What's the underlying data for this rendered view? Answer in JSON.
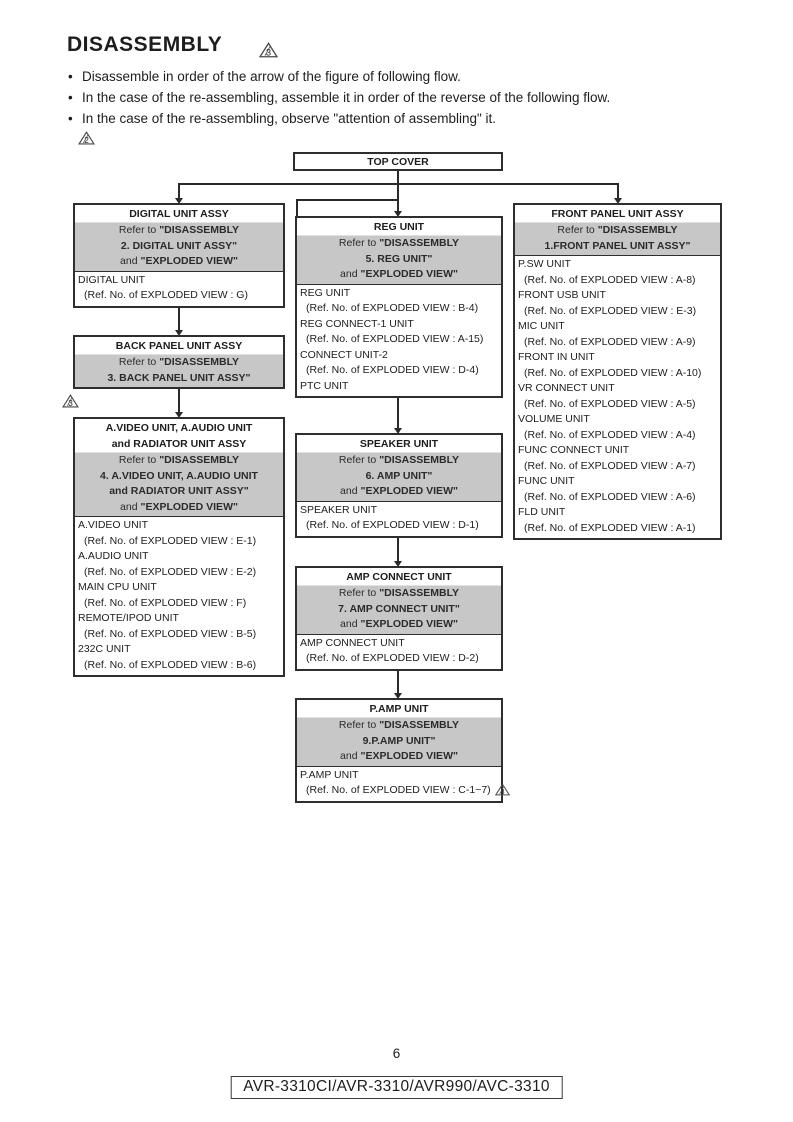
{
  "header": {
    "title": "DISASSEMBLY",
    "bullets": [
      "Disassemble in order of the arrow of the figure of following flow.",
      "In the case of the re-assembling, assemble it in order of the reverse of the following flow.",
      "In the case of the re-assembling, observe \"attention of assembling\" it."
    ]
  },
  "triangles": {
    "header": "3",
    "preflow": "2",
    "avideo": "3"
  },
  "flow": {
    "top_cover": "TOP COVER",
    "boxes": [
      {
        "id": "digital",
        "title": [
          "DIGITAL UNIT ASSY"
        ],
        "refer": [
          [
            "Refer to ",
            "\"DISASSEMBLY"
          ],
          [
            "",
            "2. DIGITAL UNIT ASSY\""
          ],
          [
            "and ",
            "\"EXPLODED VIEW\""
          ]
        ],
        "items": [
          [
            "DIGITAL UNIT",
            "(Ref. No. of EXPLODED VIEW : G)"
          ]
        ]
      },
      {
        "id": "back_panel",
        "title": [
          "BACK PANEL UNIT ASSY"
        ],
        "refer": [
          [
            "Refer to ",
            "\"DISASSEMBLY"
          ],
          [
            "",
            "3. BACK PANEL UNIT ASSY\""
          ]
        ],
        "items": []
      },
      {
        "id": "avideo",
        "title": [
          "A.VIDEO UNIT, A.AUDIO UNIT",
          "and RADIATOR UNIT ASSY"
        ],
        "refer": [
          [
            "Refer to ",
            "\"DISASSEMBLY"
          ],
          [
            "",
            "4. A.VIDEO UNIT, A.AUDIO UNIT"
          ],
          [
            "",
            "and RADIATOR UNIT ASSY\""
          ],
          [
            "and ",
            "\"EXPLODED VIEW\""
          ]
        ],
        "items": [
          [
            "A.VIDEO UNIT",
            "(Ref. No. of EXPLODED VIEW : E-1)"
          ],
          [
            "A.AUDIO UNIT",
            "(Ref. No. of EXPLODED VIEW : E-2)"
          ],
          [
            "MAIN CPU UNIT",
            "(Ref. No. of EXPLODED VIEW : F)"
          ],
          [
            "REMOTE/IPOD UNIT",
            "(Ref. No. of EXPLODED VIEW : B-5)"
          ],
          [
            "232C UNIT",
            "(Ref. No. of EXPLODED VIEW : B-6)"
          ]
        ]
      },
      {
        "id": "reg",
        "title": [
          "REG UNIT"
        ],
        "refer": [
          [
            "Refer to ",
            "\"DISASSEMBLY"
          ],
          [
            "",
            "5. REG UNIT\""
          ],
          [
            "and ",
            "\"EXPLODED VIEW\""
          ]
        ],
        "items": [
          [
            "REG UNIT",
            "(Ref. No. of EXPLODED VIEW : B-4)"
          ],
          [
            "REG CONNECT-1 UNIT",
            "(Ref. No. of EXPLODED VIEW : A-15)"
          ],
          [
            "CONNECT UNIT-2",
            "(Ref. No. of EXPLODED VIEW : D-4)"
          ],
          [
            "PTC UNIT",
            null
          ]
        ]
      },
      {
        "id": "speaker",
        "title": [
          "SPEAKER UNIT"
        ],
        "refer": [
          [
            "Refer to ",
            "\"DISASSEMBLY"
          ],
          [
            "",
            "6. AMP UNIT\""
          ],
          [
            "and ",
            "\"EXPLODED VIEW\""
          ]
        ],
        "items": [
          [
            "SPEAKER UNIT",
            "(Ref. No. of EXPLODED VIEW : D-1)"
          ]
        ]
      },
      {
        "id": "amp_connect",
        "title": [
          "AMP CONNECT UNIT"
        ],
        "refer": [
          [
            "Refer to ",
            "\"DISASSEMBLY"
          ],
          [
            "",
            "7. AMP CONNECT UNIT\""
          ],
          [
            "and ",
            "\"EXPLODED VIEW\""
          ]
        ],
        "items": [
          [
            "AMP CONNECT UNIT",
            "(Ref. No. of EXPLODED VIEW : D-2)"
          ]
        ]
      },
      {
        "id": "pamp",
        "title": [
          "P.AMP UNIT"
        ],
        "refer": [
          [
            "Refer to ",
            "\"DISASSEMBLY"
          ],
          [
            "",
            "9.P.AMP UNIT\""
          ],
          [
            "and ",
            "\"EXPLODED VIEW\""
          ]
        ],
        "items": [
          [
            "P.AMP UNIT",
            "(Ref. No. of EXPLODED VIEW : C-1~7)",
            "3"
          ]
        ]
      },
      {
        "id": "front_panel",
        "title": [
          "FRONT PANEL UNIT ASSY"
        ],
        "refer": [
          [
            "Refer to ",
            "\"DISASSEMBLY"
          ],
          [
            "",
            "1.FRONT PANEL UNIT ASSY\""
          ]
        ],
        "items": [
          [
            "P.SW UNIT",
            "(Ref. No. of EXPLODED VIEW : A-8)"
          ],
          [
            "FRONT USB UNIT",
            "(Ref. No. of EXPLODED VIEW : E-3)"
          ],
          [
            "MIC UNIT",
            "(Ref. No. of EXPLODED VIEW : A-9)"
          ],
          [
            "FRONT IN UNIT",
            "(Ref. No. of EXPLODED VIEW : A-10)"
          ],
          [
            "VR CONNECT UNIT",
            "(Ref. No. of EXPLODED VIEW : A-5)"
          ],
          [
            "VOLUME UNIT",
            "(Ref. No. of EXPLODED VIEW : A-4)"
          ],
          [
            "FUNC CONNECT UNIT",
            "(Ref. No. of EXPLODED VIEW : A-7)"
          ],
          [
            "FUNC UNIT",
            "(Ref. No. of EXPLODED VIEW : A-6)"
          ],
          [
            "FLD UNIT",
            "(Ref. No. of EXPLODED VIEW : A-1)"
          ]
        ]
      }
    ]
  },
  "footer": {
    "page_number": "6",
    "models": "AVR-3310CI/AVR-3310/AVR990/AVC-3310"
  },
  "colors": {
    "line": "#2a2a2a",
    "refer_bg": "#c7c7c7",
    "text": "#1d1d1d"
  }
}
